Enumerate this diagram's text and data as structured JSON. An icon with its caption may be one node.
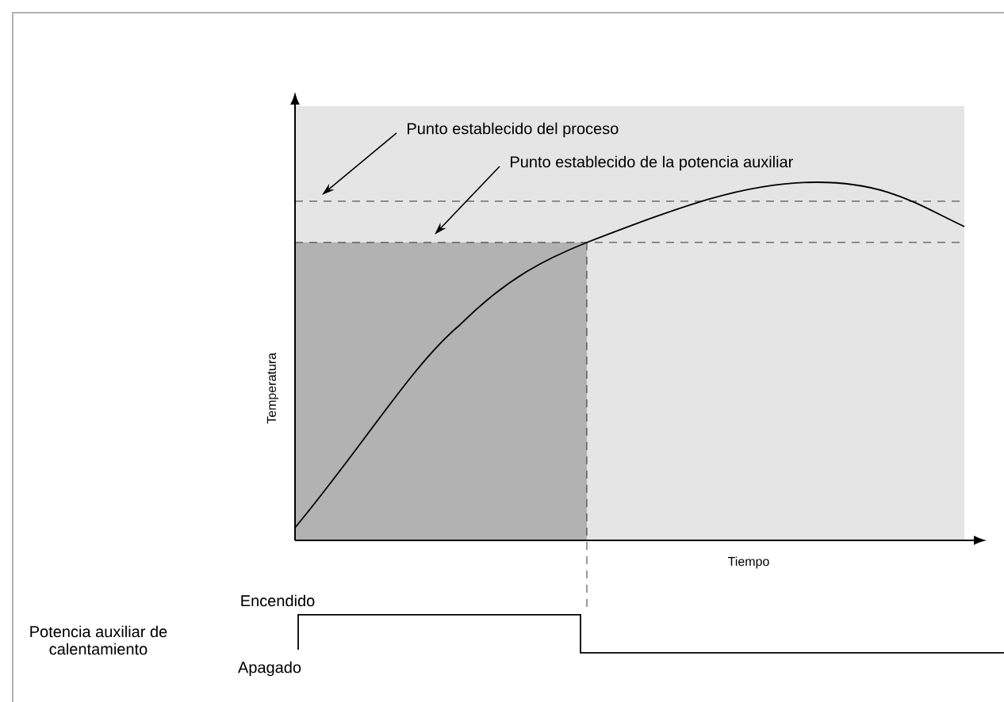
{
  "diagram": {
    "nodes": [
      {
        "text": [
          "Punto establecido del proceso"
        ]
      },
      {
        "text": [
          "Punto establecido de la potencia auxiliar"
        ]
      }
    ],
    "edges": [
      {
        "from": 0,
        "to": null,
        "arrow": "to"
      },
      {
        "from": 1,
        "to": null,
        "arrow": "to"
      }
    ],
    "labels": [
      "Temperatura",
      "Tiempo",
      "Encendido",
      "Potencia auxiliar de calentamiento",
      "Apagado"
    ]
  }
}
